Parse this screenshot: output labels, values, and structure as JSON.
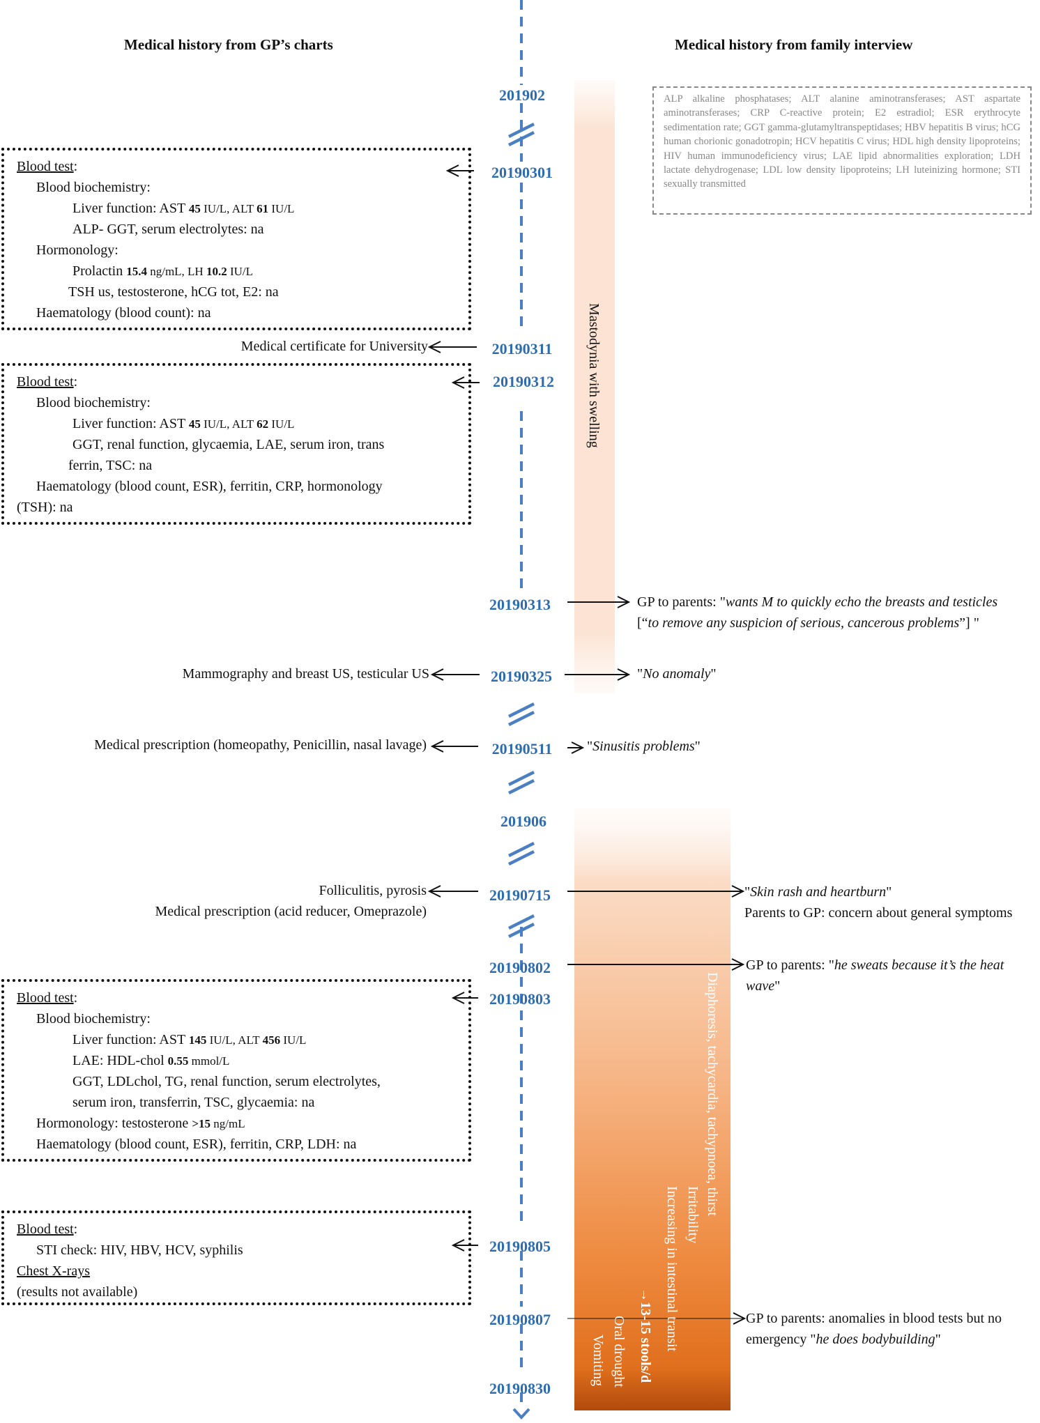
{
  "headers": {
    "left": "Medical history from GP’s charts",
    "right": "Medical history from family interview"
  },
  "abbreviations": "ALP alkaline phosphatases; ALT alanine aminotransferases; AST aspartate aminotransferases; CRP C-reactive protein; E2 estradiol; ESR erythrocyte sedimentation rate; GGT gamma-glutamyltranspeptidases; HBV hepatitis B virus; hCG human chorionic gonadotropin; HCV hepatitis C virus; HDL high density lipoproteins; HIV human immunodeficiency virus; LAE lipid abnormalities exploration; LDH lactate dehydrogenase; LDL low density lipoproteins; LH luteinizing hormone; STI sexually transmitted",
  "dates": {
    "d201902": "201902",
    "d20190301": "20190301",
    "d20190311": "20190311",
    "d20190312": "20190312",
    "d20190313": "20190313",
    "d20190325": "20190325",
    "d20190511": "20190511",
    "d201906": "201906",
    "d20190715": "20190715",
    "d20190802": "20190802",
    "d20190803": "20190803",
    "d20190805": "20190805",
    "d20190807": "20190807",
    "d20190830": "20190830"
  },
  "box1": {
    "title": "Blood test",
    "colon": ":",
    "biochem": "Blood biochemistry:",
    "liver_pre": "Liver function: AST ",
    "ast": "45",
    "ast_unit": " IU/L, ALT ",
    "alt": "61",
    "alt_unit": " IU/L",
    "alp": "ALP- GGT, serum electrolytes: na",
    "hormono": "Hormonology:",
    "prolactin_pre": "Prolactin ",
    "prolactin": "15.4",
    "prolactin_unit": " ng/mL, LH ",
    "lh": "10.2",
    "lh_unit": " IU/L",
    "tsh": "TSH us, testosterone, hCG tot, E2: na",
    "haem": "Haematology (blood count): na"
  },
  "cert": "Medical certificate for University",
  "box2": {
    "title": "Blood test",
    "colon": ":",
    "biochem": "Blood biochemistry:",
    "liver_pre": "Liver function: AST ",
    "ast": "45",
    "ast_unit": " IU/L, ALT ",
    "alt": "62",
    "alt_unit": " IU/L",
    "ggt1": "GGT, renal function, glycaemia, LAE, serum iron, trans",
    "ggt2": "ferrin, TSC: na",
    "haem1": "Haematology (blood count, ESR), ferritin, CRP, hormonology",
    "haem2": "(TSH): na"
  },
  "left_events": {
    "mammo": "Mammography and breast US, testicular US",
    "presc1": "Medical prescription (homeopathy, Penicillin, nasal lavage)",
    "folli": "Folliculitis, pyrosis",
    "presc2": "Medical prescription (acid reducer, Omeprazole)"
  },
  "box3": {
    "title": "Blood test",
    "colon": ":",
    "biochem": "Blood biochemistry:",
    "liver_pre": "Liver function: AST ",
    "ast": "145",
    "ast_unit": " IU/L, ALT ",
    "alt": "456",
    "alt_unit": " IU/L",
    "lae_pre": "LAE: HDL-chol ",
    "hdl": "0.55",
    "hdl_unit": " mmol/L",
    "ggt1": "GGT, LDLchol, TG, renal function, serum electrolytes,",
    "ggt2": "serum iron, transferrin, TSC, glycaemia: na",
    "hormo_pre": "Hormonology: testosterone ",
    "testo": ">15",
    "testo_unit": " ng/mL",
    "haem": "Haematology (blood count, ESR), ferritin, CRP, LDH: na"
  },
  "box4": {
    "title": "Blood test",
    "colon": ":",
    "sti": "STI check: HIV, HBV, HCV, syphilis",
    "xray": "Chest X-rays",
    "results": "(results not available)"
  },
  "symptoms": {
    "mastodynia": "Mastodynia with swelling",
    "s1": "Diaphoresis, tachycardia, tachypnoea, thirst",
    "s2": "Irritability",
    "s3": "Increasing in intestinal transit",
    "s4": "→13-15 stools/d",
    "s5": "Oral drought",
    "s6": "Vomiting"
  },
  "right_events": {
    "r0313_pre": "GP to parents: \"",
    "r0313_it1": "wants M to quickly echo the breasts and testicles",
    "r0313_mid": " [“",
    "r0313_it2": "to remove any suspicion of serious, cancerous problems",
    "r0313_post": "”] \"",
    "r0325": "No anomaly",
    "r0511": "Sinusitis problems",
    "r0715": "Skin rash and heartburn",
    "r0715b": "Parents to GP: concern about general symptoms",
    "r0802_pre": "GP to parents: \"",
    "r0802_it": "he sweats because it’s the heat wave",
    "r0802_post": "\"",
    "r0807_pre": "GP to parents: anomalies in blood tests but no emergency \"",
    "r0807_it": "he does bodybuilding",
    "r0807_post": "\"",
    "q": "\""
  },
  "colors": {
    "timeline": "#4a7fc1",
    "date": "#2e6cb0",
    "bar_light": "#fbe6d6",
    "bar_dark": "#c8500e"
  }
}
